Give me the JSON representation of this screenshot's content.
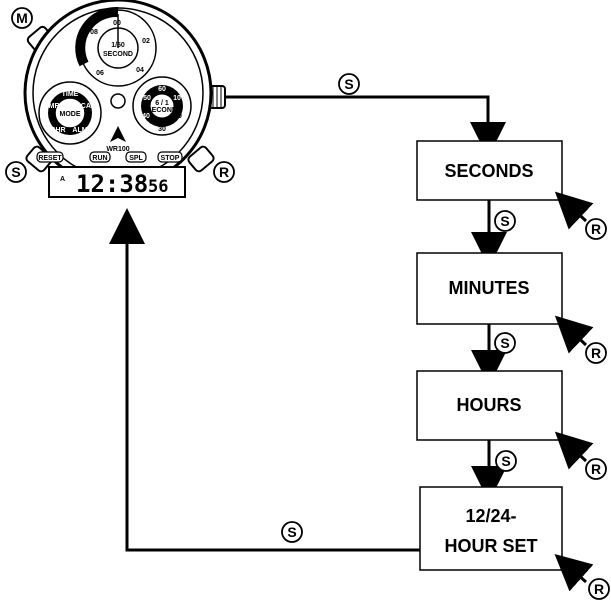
{
  "watch": {
    "button_m": "M",
    "button_s": "S",
    "button_r": "R",
    "dial": {
      "top_sub_title_1": "1/50",
      "top_sub_title_2": "SECOND",
      "top_sub_scale": [
        "00",
        "02",
        "04",
        "06",
        "08"
      ],
      "right_sub_title_1": "6 / 1",
      "right_sub_title_2": "SECOND",
      "right_sub_scale": [
        "60",
        "10",
        "20",
        "30",
        "40",
        "50"
      ],
      "left_sub_center": "MODE",
      "left_sub_modes": [
        "TIME",
        "CAL",
        "ALM",
        "CHR",
        "TMR"
      ],
      "water_resist": "WR100",
      "lower_buttons": [
        "RESET",
        "RUN",
        "SPL",
        "STOP"
      ],
      "lcd_indicator": "A",
      "lcd_time": "12:38",
      "lcd_seconds": "56"
    }
  },
  "flow": {
    "steps": [
      "SECONDS",
      "MINUTES",
      "HOURS",
      "12/24-",
      "HOUR SET"
    ],
    "advance_button": "S",
    "set_button": "R"
  }
}
